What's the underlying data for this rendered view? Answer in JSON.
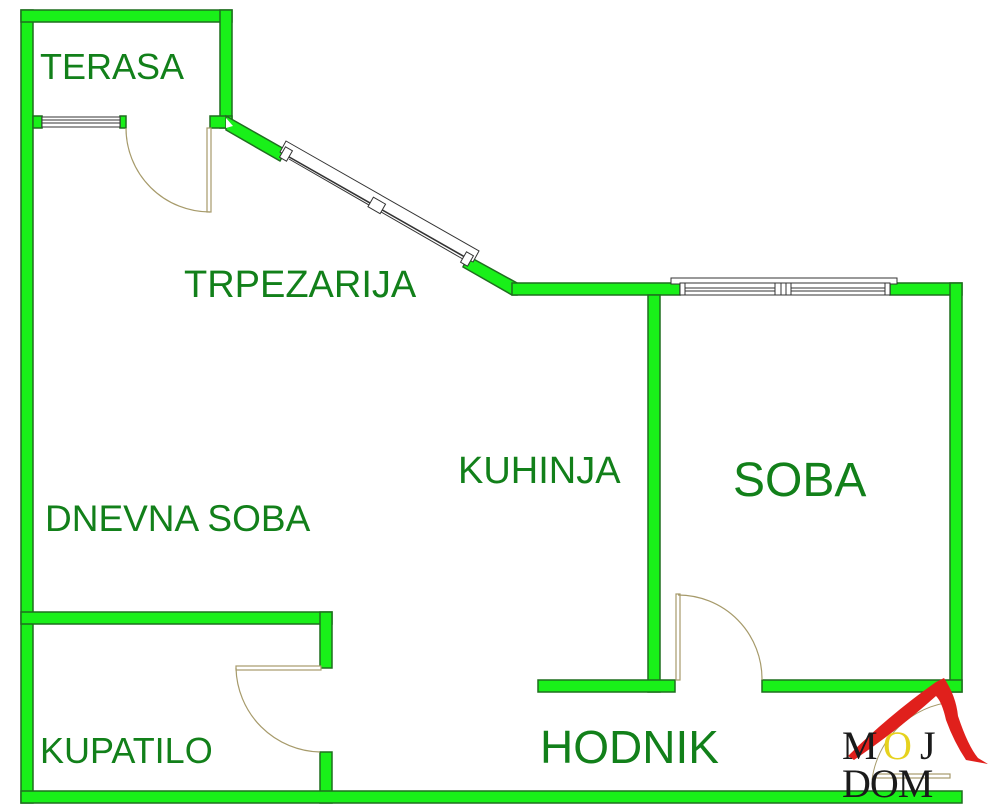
{
  "colors": {
    "wall_fill": "#19f019",
    "wall_stroke": "#1f6e1f",
    "label": "#12801a",
    "door": "#a69a6a",
    "window": "#333333",
    "logo_red": "#e0201c",
    "logo_yellow": "#e6d21e",
    "logo_text": "#1a1a1a"
  },
  "rooms": {
    "terasa": "TERASA",
    "trpezarija": "TRPEZARIJA",
    "kuhinja": "KUHINJA",
    "soba": "SOBA",
    "dnevna_soba": "DNEVNA SOBA",
    "kupatilo": "KUPATILO",
    "hodnik": "HODNIK"
  },
  "logo": {
    "line1_pre": "M",
    "line1_o": "O",
    "line1_post": "J",
    "line2": "DOM"
  }
}
